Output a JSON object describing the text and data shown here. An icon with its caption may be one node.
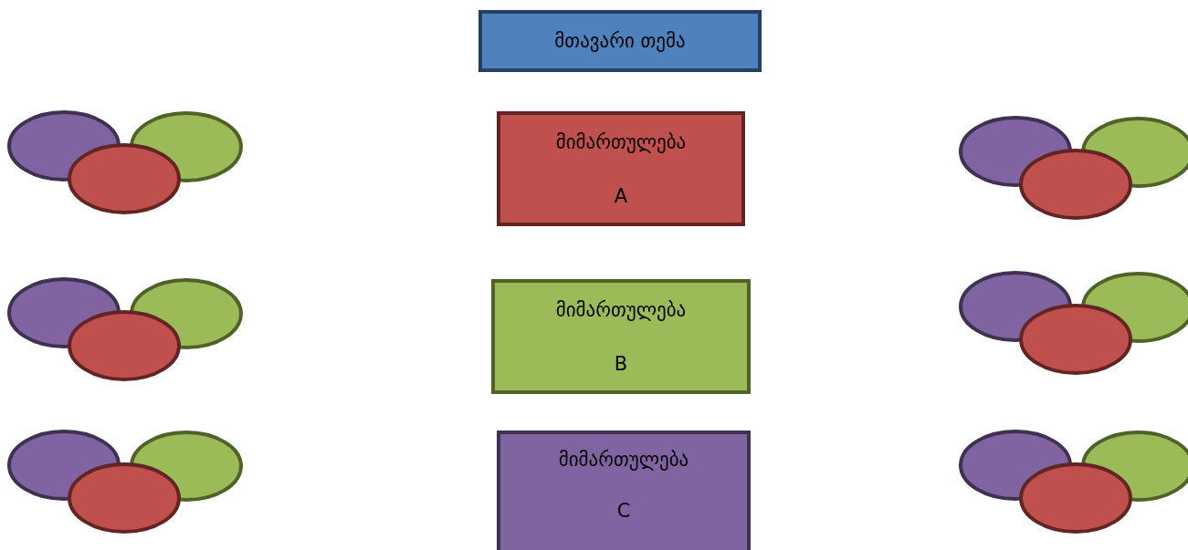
{
  "diagram": {
    "nodes": [
      {
        "text": [
          "მთავარი თემა"
        ]
      },
      {
        "text": [
          "მიმართულება",
          "A"
        ]
      },
      {
        "text": [
          "მიმართულება",
          "B"
        ]
      },
      {
        "text": [
          "მიმართულება",
          "C"
        ]
      }
    ]
  }
}
